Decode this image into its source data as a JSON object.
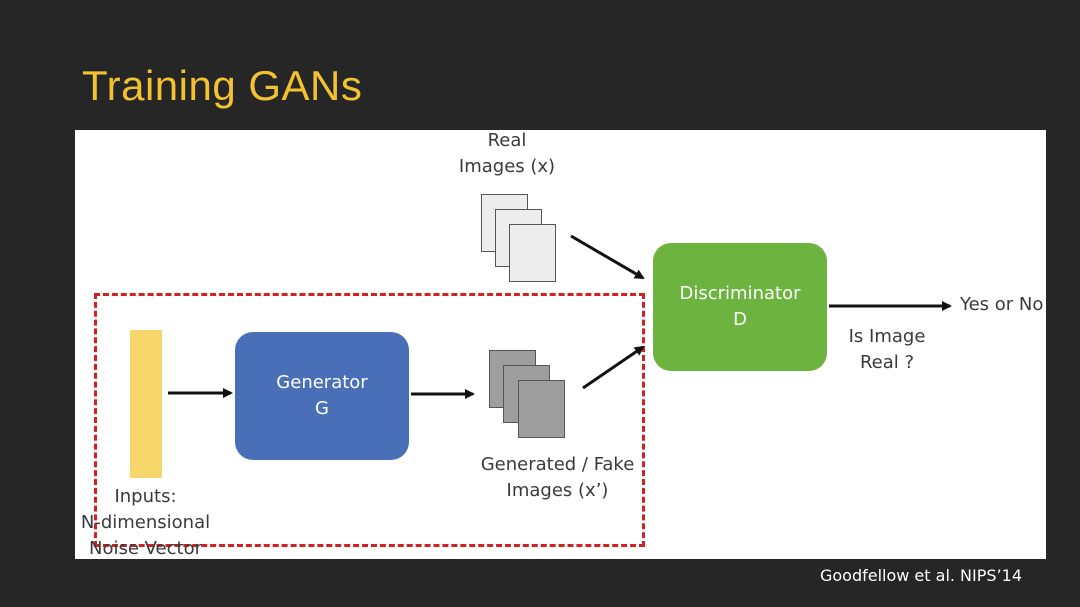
{
  "slide": {
    "title": "Training GANs",
    "credit": "Goodfellow et al. NIPS’14"
  },
  "diagram": {
    "real_images": {
      "line1": "Real",
      "line2": "Images (x)"
    },
    "generator": {
      "line1": "Generator",
      "line2": "G"
    },
    "discriminator": {
      "line1": "Discriminator",
      "line2": "D"
    },
    "generated_images": {
      "line1": "Generated / Fake",
      "line2": "Images (x’)"
    },
    "inputs": {
      "line1": "Inputs:",
      "line2": "N-dimensional",
      "line3": "Noise Vector"
    },
    "question": {
      "line1": "Is Image",
      "line2": "Real ?"
    },
    "output": "Yes or No"
  },
  "colors": {
    "title": "#F2C230",
    "generator": "#4A6FB9",
    "discriminator": "#6CB33F",
    "noise_vector": "#F7D66A",
    "dashed_border": "#D42020"
  }
}
